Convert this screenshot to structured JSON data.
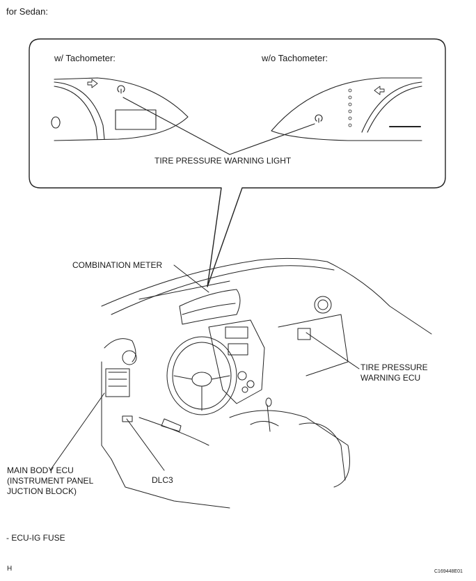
{
  "header": {
    "title": "for Sedan:"
  },
  "callout": {
    "left_label": "w/ Tachometer:",
    "right_label": "w/o Tachometer:",
    "warning_label": "TIRE PRESSURE WARNING LIGHT"
  },
  "labels": {
    "combination_meter": "COMBINATION METER",
    "tpms_ecu": [
      "TIRE PRESSURE",
      "WARNING ECU"
    ],
    "main_body_ecu": [
      "MAIN BODY ECU",
      "(INSTRUMENT PANEL",
      "JUCTION BLOCK)"
    ],
    "dlc3": "DLC3"
  },
  "footer": {
    "fuse_note": "- ECU-IG FUSE",
    "marker": "H",
    "figure_code": "C169448E01"
  }
}
